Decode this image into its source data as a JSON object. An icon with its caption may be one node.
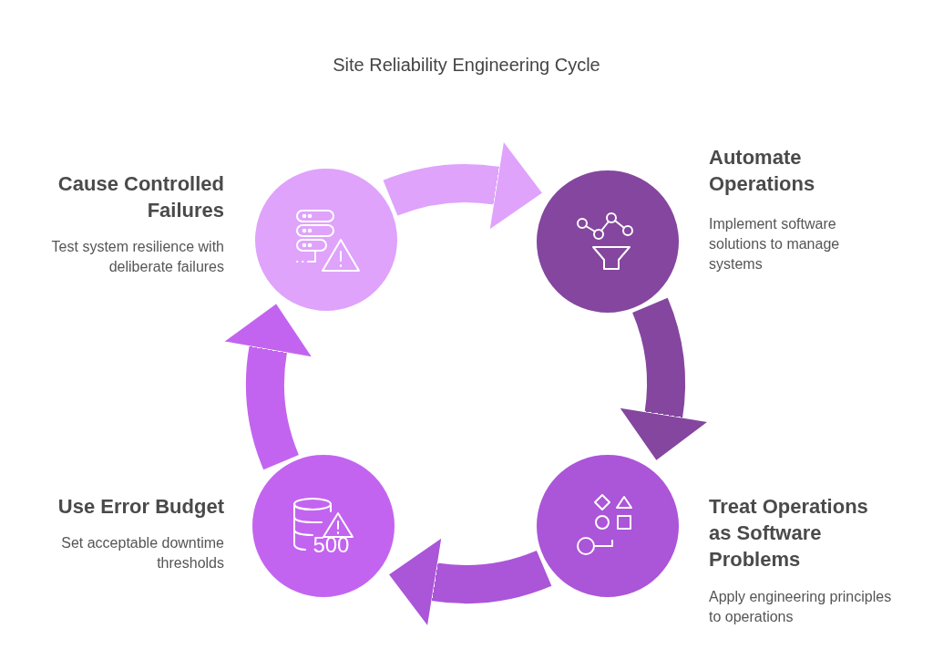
{
  "diagram": {
    "title": "Site Reliability Engineering Cycle",
    "nodes": [
      {
        "text": [
          "Cause Controlled Failures",
          "Test system resilience with deliberate failures"
        ]
      },
      {
        "text": [
          "Automate Operations",
          "Implement software solutions to manage systems"
        ]
      },
      {
        "text": [
          "Treat Operations as Software Problems",
          "Apply engineering principles to operations"
        ]
      },
      {
        "text": [
          "Use Error Budget",
          "Set acceptable downtime thresholds"
        ]
      }
    ],
    "edges": [
      {
        "from": 0,
        "to": 1,
        "arrow": "to",
        "color": "#dfa3fb"
      },
      {
        "from": 1,
        "to": 2,
        "arrow": "to",
        "color": "#84469e"
      },
      {
        "from": 2,
        "to": 3,
        "arrow": "to",
        "color": "#ab55d8"
      },
      {
        "from": 3,
        "to": 0,
        "arrow": "to",
        "color": "#c364f0"
      }
    ],
    "labels": [
      "500"
    ]
  }
}
